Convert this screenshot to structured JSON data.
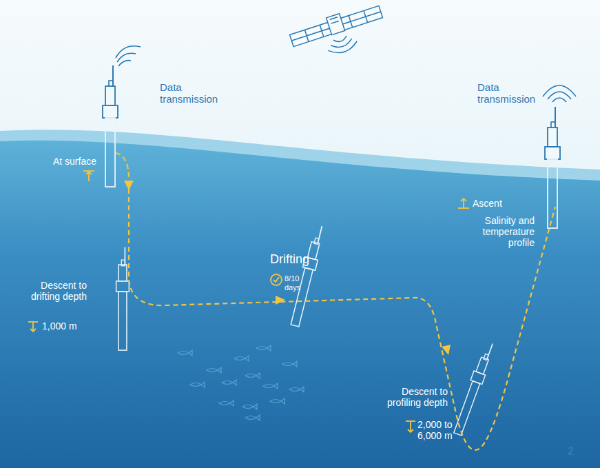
{
  "diagram": {
    "labels": [
      "Data transmission",
      "Data transmission",
      "At surface",
      "Ascent",
      "Salinity and temperature profile",
      "Drifting",
      "8/10 days",
      "Descent to drifting depth",
      "1,000 m",
      "Descent to profiling depth",
      "2,000 to 6,000 m",
      "2"
    ]
  }
}
